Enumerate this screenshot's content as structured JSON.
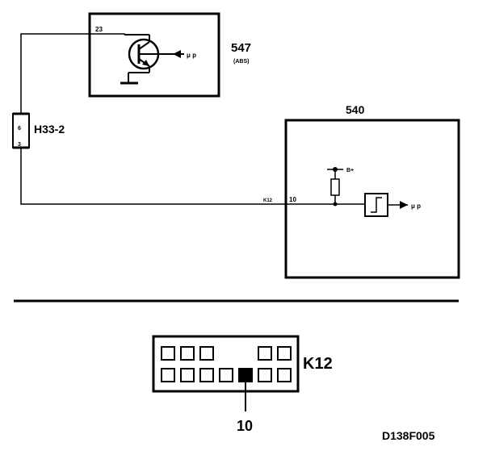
{
  "diagram": {
    "module_547": {
      "label": "547",
      "sublabel": "(ABS)",
      "pin": "23",
      "output_label": "μ p"
    },
    "connector_h33": {
      "label": "H33-2",
      "pin_top": "6",
      "pin_bottom": "3"
    },
    "module_540": {
      "label": "540",
      "supply_label": "B+",
      "pin": "10",
      "output_label": "μ p"
    },
    "wire_label": "K12",
    "connector_k12": {
      "label": "K12",
      "pin_callout": "10"
    },
    "figure_id": "D138F005"
  }
}
